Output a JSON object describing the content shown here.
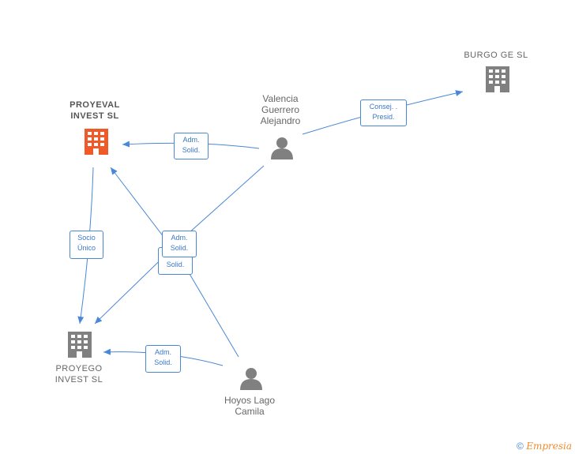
{
  "nodes": {
    "proyeval": {
      "label": "PROYEVAL\nINVEST  SL",
      "type": "company",
      "color": "#f05a28"
    },
    "burgo": {
      "label": "BURGO GE  SL",
      "type": "company",
      "color": "#808080"
    },
    "proyego": {
      "label": "PROYEGO\nINVEST  SL",
      "type": "company",
      "color": "#808080"
    },
    "valencia": {
      "label": "Valencia\nGuerrero\nAlejandro",
      "type": "person",
      "color": "#808080"
    },
    "hoyos": {
      "label": "Hoyos Lago\nCamila",
      "type": "person",
      "color": "#808080"
    }
  },
  "edges": [
    {
      "label": "Adm.\nSolid."
    },
    {
      "label": "Consej. .\nPresid."
    },
    {
      "label": "Socio\nÚnico"
    },
    {
      "label": "Adm.\nSolid."
    },
    {
      "label": "Adm.\nSolid."
    },
    {
      "label": "Adm.\nSolid."
    }
  ],
  "footer": {
    "copyright": "©",
    "brand": "Empresia"
  },
  "colors": {
    "edge": "#4a87d6",
    "icon": "#808080",
    "highlight": "#f05a28"
  }
}
